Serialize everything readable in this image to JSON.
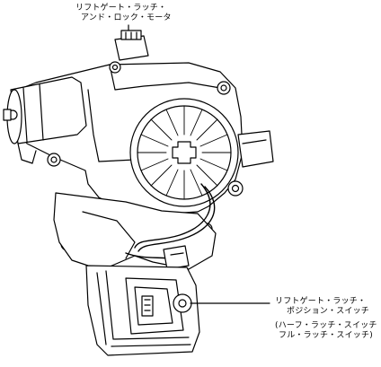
{
  "labels": {
    "motor_line1": "リフトゲート・ラッチ・",
    "motor_line2": "アンド・ロック・モータ",
    "switch_line1": "リフトゲート・ラッチ・",
    "switch_line2": "ポジション・スイッチ",
    "switch_line3": "(ハーフ・ラッチ・スイッチ",
    "switch_line4": "フル・ラッチ・スイッチ)"
  },
  "colors": {
    "line": "#000000",
    "background": "#ffffff"
  }
}
